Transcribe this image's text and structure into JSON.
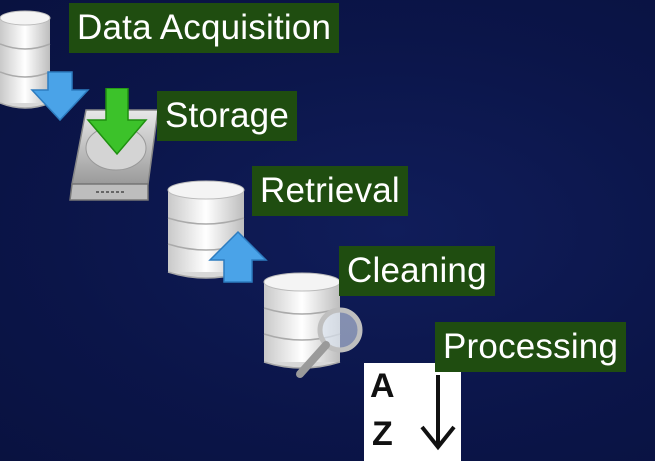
{
  "steps": [
    {
      "label": "Data Acquisition",
      "icon": "database-down-arrow-icon"
    },
    {
      "label": "Storage",
      "icon": "hard-drive-download-icon"
    },
    {
      "label": "Retrieval",
      "icon": "database-up-arrow-icon"
    },
    {
      "label": "Cleaning",
      "icon": "database-magnifier-icon"
    },
    {
      "label": "Processing",
      "icon": "sort-a-z-icon"
    }
  ],
  "sort_icon": {
    "top_letter": "A",
    "bottom_letter": "Z"
  },
  "colors": {
    "background": "#0b1549",
    "label_background": "#1f4d10",
    "label_text": "#ffffff",
    "arrow_blue": "#4aa3e8",
    "arrow_green": "#3cc22a"
  }
}
